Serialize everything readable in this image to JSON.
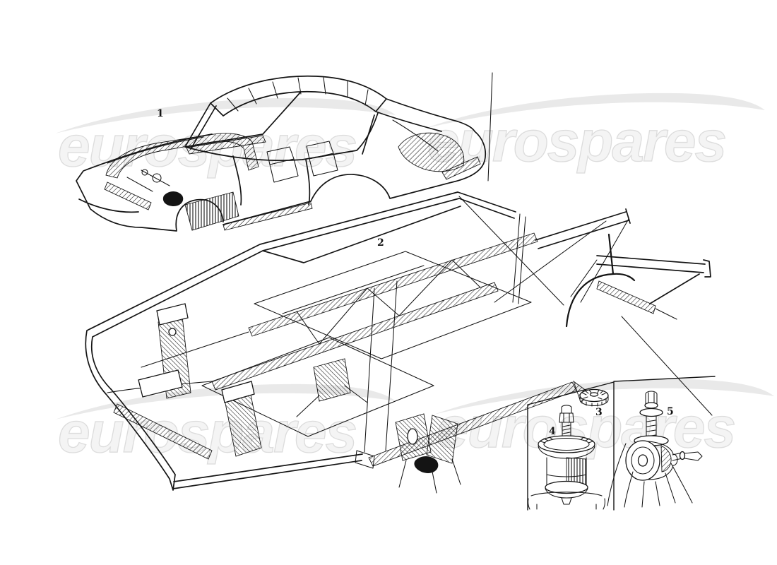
{
  "watermark": {
    "text": "eurospares",
    "text_fill": "#f4f4f4",
    "text_outline": "#dcdcdc",
    "swoosh_color": "#e9e9e9"
  },
  "diagram": {
    "background": "#ffffff",
    "line_color": "#141414",
    "callouts": [
      {
        "label": "1"
      },
      {
        "label": "2"
      },
      {
        "label": "3"
      },
      {
        "label": "4"
      },
      {
        "label": "5"
      }
    ]
  }
}
